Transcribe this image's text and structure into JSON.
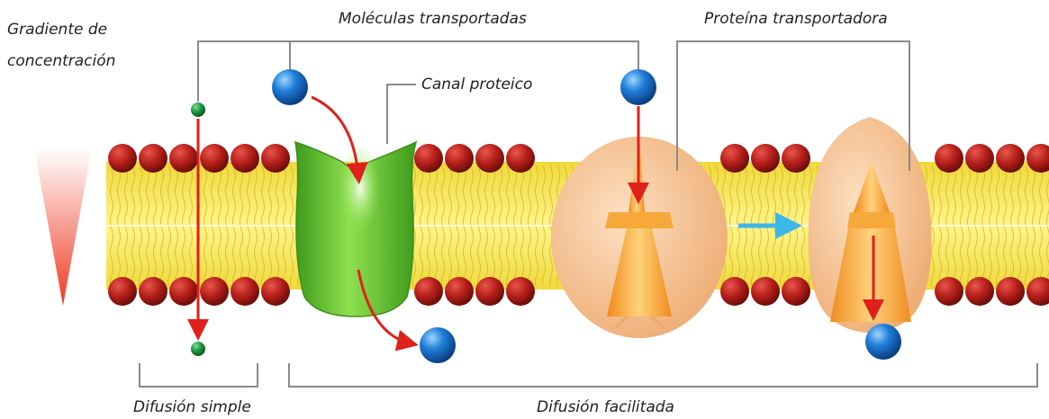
{
  "labels": {
    "gradient_line1": "Gradiente de",
    "gradient_line2": "concentración",
    "transported_molecules": "Moléculas transportadas",
    "protein_channel": "Canal proteico",
    "carrier_protein": "Proteína transportadora",
    "simple_diffusion": "Difusión simple",
    "facilitated_diffusion": "Difusión facilitada"
  },
  "colors": {
    "head_red": "#b51f1a",
    "bilayer_yellow": "#f4e64a",
    "channel_green": "#6fcc35",
    "carrier_peach": "#f7c79a",
    "carrier_orange": "#f5a12e",
    "molecule_blue": "#1f7fd8",
    "molecule_green": "#1f9a45",
    "arrow_red": "#e0201a",
    "arrow_cyan": "#3bb7ea",
    "bracket_gray": "#8a8a8a"
  },
  "icons": {
    "gradient": "gradient-arrow-icon",
    "molecule": "molecule-icon",
    "transition": "transition-arrow-icon"
  }
}
